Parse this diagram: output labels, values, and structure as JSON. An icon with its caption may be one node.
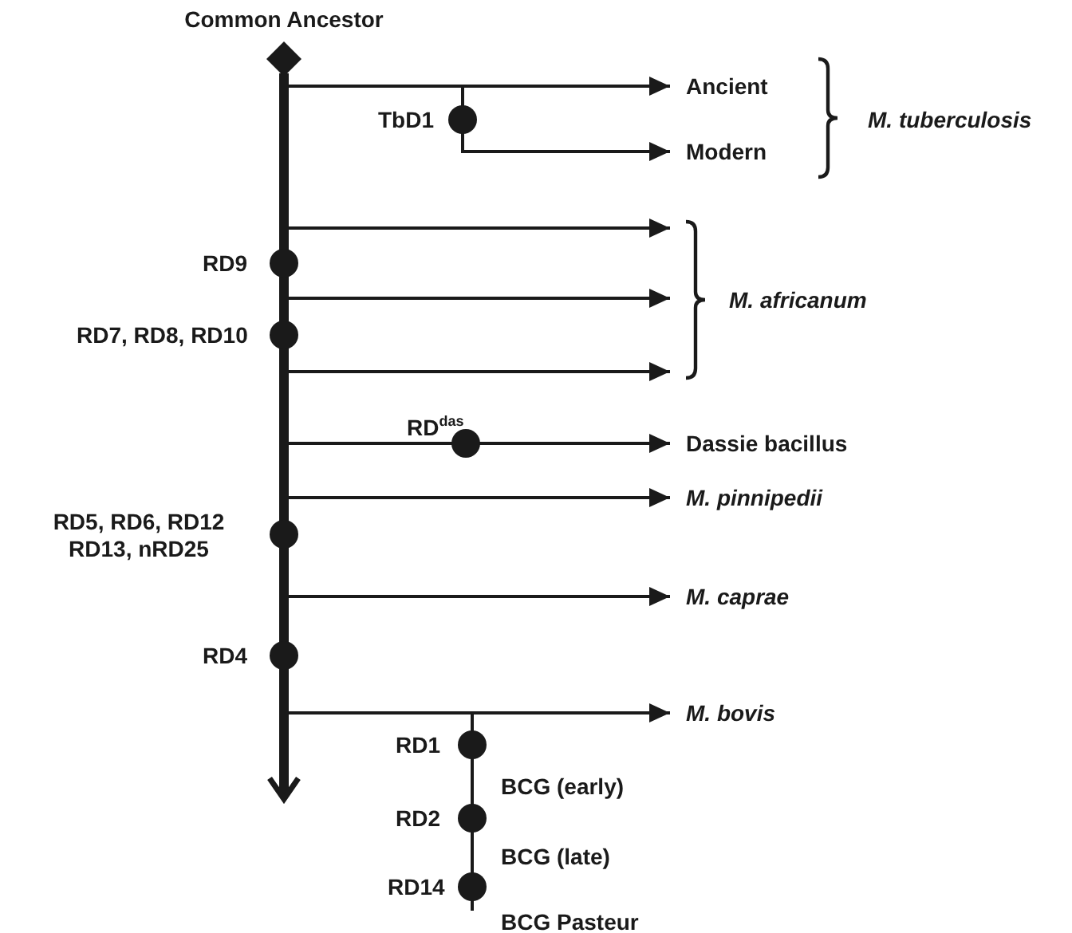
{
  "diagram": {
    "nodes": [
      {
        "text": [
          "Common Ancestor"
        ]
      },
      {
        "text": [
          "Ancient"
        ]
      },
      {
        "text": [
          "Modern"
        ]
      },
      {
        "text": [
          "M. africanum"
        ]
      },
      {
        "text": [
          "Dassie bacillus"
        ]
      },
      {
        "text": [
          "M. pinnipedii"
        ]
      },
      {
        "text": [
          "M. caprae"
        ]
      },
      {
        "text": [
          "M. bovis"
        ]
      }
    ],
    "edges": [
      {
        "from": 0,
        "to": 1,
        "arrow": "to"
      },
      {
        "from": 0,
        "to": 2,
        "arrow": "to"
      },
      {
        "from": 0,
        "to": 3,
        "arrow": "to"
      },
      {
        "from": 0,
        "to": 3,
        "arrow": "to"
      },
      {
        "from": 0,
        "to": 3,
        "arrow": "to"
      },
      {
        "from": 0,
        "to": 4,
        "arrow": "to"
      },
      {
        "from": 0,
        "to": 5,
        "arrow": "to"
      },
      {
        "from": 0,
        "to": 6,
        "arrow": "to"
      },
      {
        "from": 0,
        "to": 7,
        "arrow": "to"
      }
    ],
    "labels": [
      "TbD1",
      "M. tuberculosis",
      "RD9",
      "RD7, RD8, RD10",
      "RD$^{das}$",
      "RD5, RD6, RD12 RD13, nRD25",
      "RD4",
      "RD1",
      "BCG (early)",
      "RD2",
      "BCG (late)",
      "RD14",
      "BCG Pasteur"
    ]
  }
}
